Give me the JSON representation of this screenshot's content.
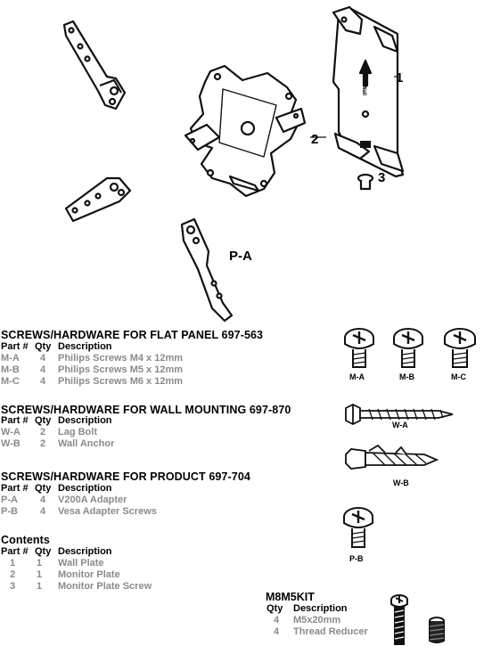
{
  "diagram": {
    "callout_1": "1",
    "callout_2": "2",
    "callout_3": "3",
    "callout_pa": "P-A",
    "plate_arrow_text": "Wall"
  },
  "flat_panel": {
    "title": "SCREWS/HARDWARE FOR FLAT PANEL 697-563",
    "headers": [
      "Part #",
      "Qty",
      "Description"
    ],
    "rows": [
      [
        "M-A",
        "4",
        "Philips Screws M4 x 12mm"
      ],
      [
        "M-B",
        "4",
        "Philips Screws M5 x 12mm"
      ],
      [
        "M-C",
        "4",
        "Philips Screws M6 x 12mm"
      ]
    ],
    "captions": [
      "M-A",
      "M-B",
      "M-C"
    ]
  },
  "wall": {
    "title": "SCREWS/HARDWARE FOR WALL MOUNTING 697-870",
    "headers": [
      "Part #",
      "Qty",
      "Description"
    ],
    "rows": [
      [
        "W-A",
        "2",
        "Lag Bolt"
      ],
      [
        "W-B",
        "2",
        "Wall Anchor"
      ]
    ],
    "captions": [
      "W-A",
      "W-B"
    ]
  },
  "product": {
    "title": "SCREWS/HARDWARE FOR PRODUCT 697-704",
    "headers": [
      "Part #",
      "Qty",
      "Description"
    ],
    "rows": [
      [
        "P-A",
        "4",
        "V200A Adapter"
      ],
      [
        "P-B",
        "4",
        "Vesa Adapter Screws"
      ]
    ],
    "captions": [
      "P-B"
    ]
  },
  "contents": {
    "title": "Contents",
    "headers": [
      "Part #",
      "Qty",
      "Description"
    ],
    "rows": [
      [
        "1",
        "1",
        "Wall Plate"
      ],
      [
        "2",
        "1",
        "Monitor Plate"
      ],
      [
        "3",
        "1",
        "Monitor Plate Screw"
      ]
    ]
  },
  "kit": {
    "title": "M8M5KIT",
    "headers": [
      "Qty",
      "Description"
    ],
    "rows": [
      [
        "4",
        "M5x20mm"
      ],
      [
        "4",
        "Thread Reducer"
      ]
    ]
  }
}
